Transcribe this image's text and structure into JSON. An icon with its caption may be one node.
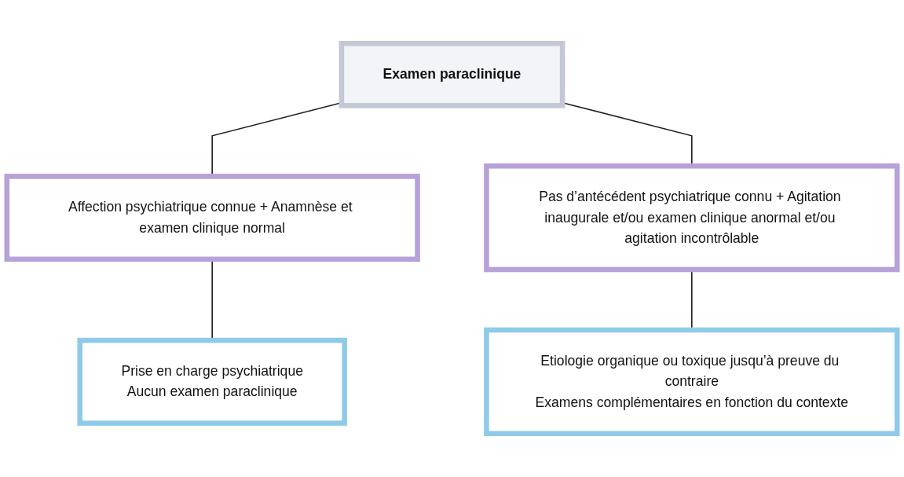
{
  "diagram": {
    "nodes": [
      {
        "text": [
          "Examen paraclinique"
        ]
      },
      {
        "text": [
          "Affection psychiatrique connue + Anamnèse et examen clinique normal"
        ]
      },
      {
        "text": [
          "Pas d’antécédent psychiatrique connu + Agitation inaugurale et/ou examen clinique anormal et/ou agitation incontrôlable"
        ]
      },
      {
        "text": [
          "Prise en charge psychiatrique",
          "Aucun examen paraclinique"
        ]
      },
      {
        "text": [
          "Etiologie organique ou toxique jusqu’à preuve du contraire",
          "Examens complémentaires en fonction du contexte"
        ]
      }
    ],
    "edges": [
      {
        "from": 0,
        "to": 1,
        "arrow": "none"
      },
      {
        "from": 0,
        "to": 2,
        "arrow": "none"
      },
      {
        "from": 1,
        "to": 3,
        "arrow": "none"
      },
      {
        "from": 2,
        "to": 4,
        "arrow": "none"
      }
    ]
  }
}
